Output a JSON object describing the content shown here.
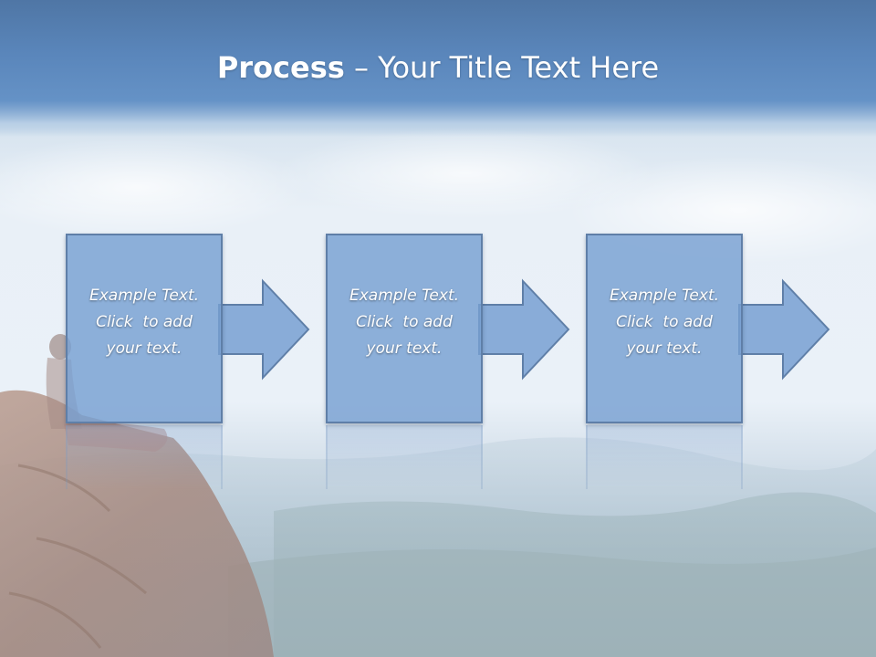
{
  "slide": {
    "title_bold": "Process",
    "title_rest": " – Your Title Text Here"
  },
  "steps": [
    {
      "line1": "Example Text.",
      "line2": "Click  to add",
      "line3": "your text."
    },
    {
      "line1": "Example Text.",
      "line2": "Click  to add",
      "line3": "your text."
    },
    {
      "line1": "Example Text.",
      "line2": "Click  to add",
      "line3": "your text."
    }
  ],
  "colors": {
    "title_band": "#5a86bb",
    "box_fill": "#789fd0",
    "box_border": "#5f7fa8",
    "text": "#ffffff"
  }
}
